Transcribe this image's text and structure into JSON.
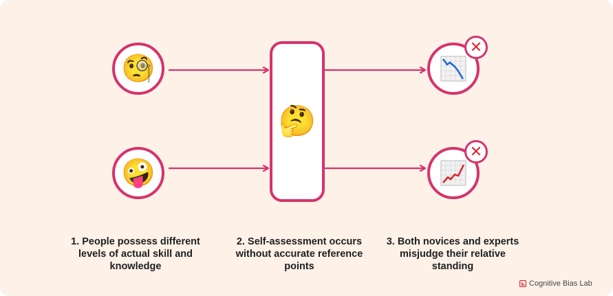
{
  "steps": [
    {
      "number": "1.",
      "text": "People possess different levels of actual skill and knowledge"
    },
    {
      "number": "2.",
      "text": "Self-assessment occurs without accurate reference points"
    },
    {
      "number": "3.",
      "text": "Both novices and experts misjudge their relative standing"
    }
  ],
  "icons": {
    "expert": "face-with-monocle-icon",
    "novice": "zany-face-icon",
    "thinking": "thinking-face-icon",
    "down_chart": "chart-decreasing-icon",
    "up_chart": "chart-increasing-icon",
    "wrong": "cross-mark-icon"
  },
  "glyphs": {
    "expert": "🧐",
    "novice": "🤪",
    "thinking": "🤔",
    "wrong": "✕"
  },
  "colors": {
    "accent": "#d6336c",
    "background": "#fdf1e8",
    "cross": "#e0262f"
  },
  "brand": {
    "label": "Cognitive Bias Lab"
  }
}
